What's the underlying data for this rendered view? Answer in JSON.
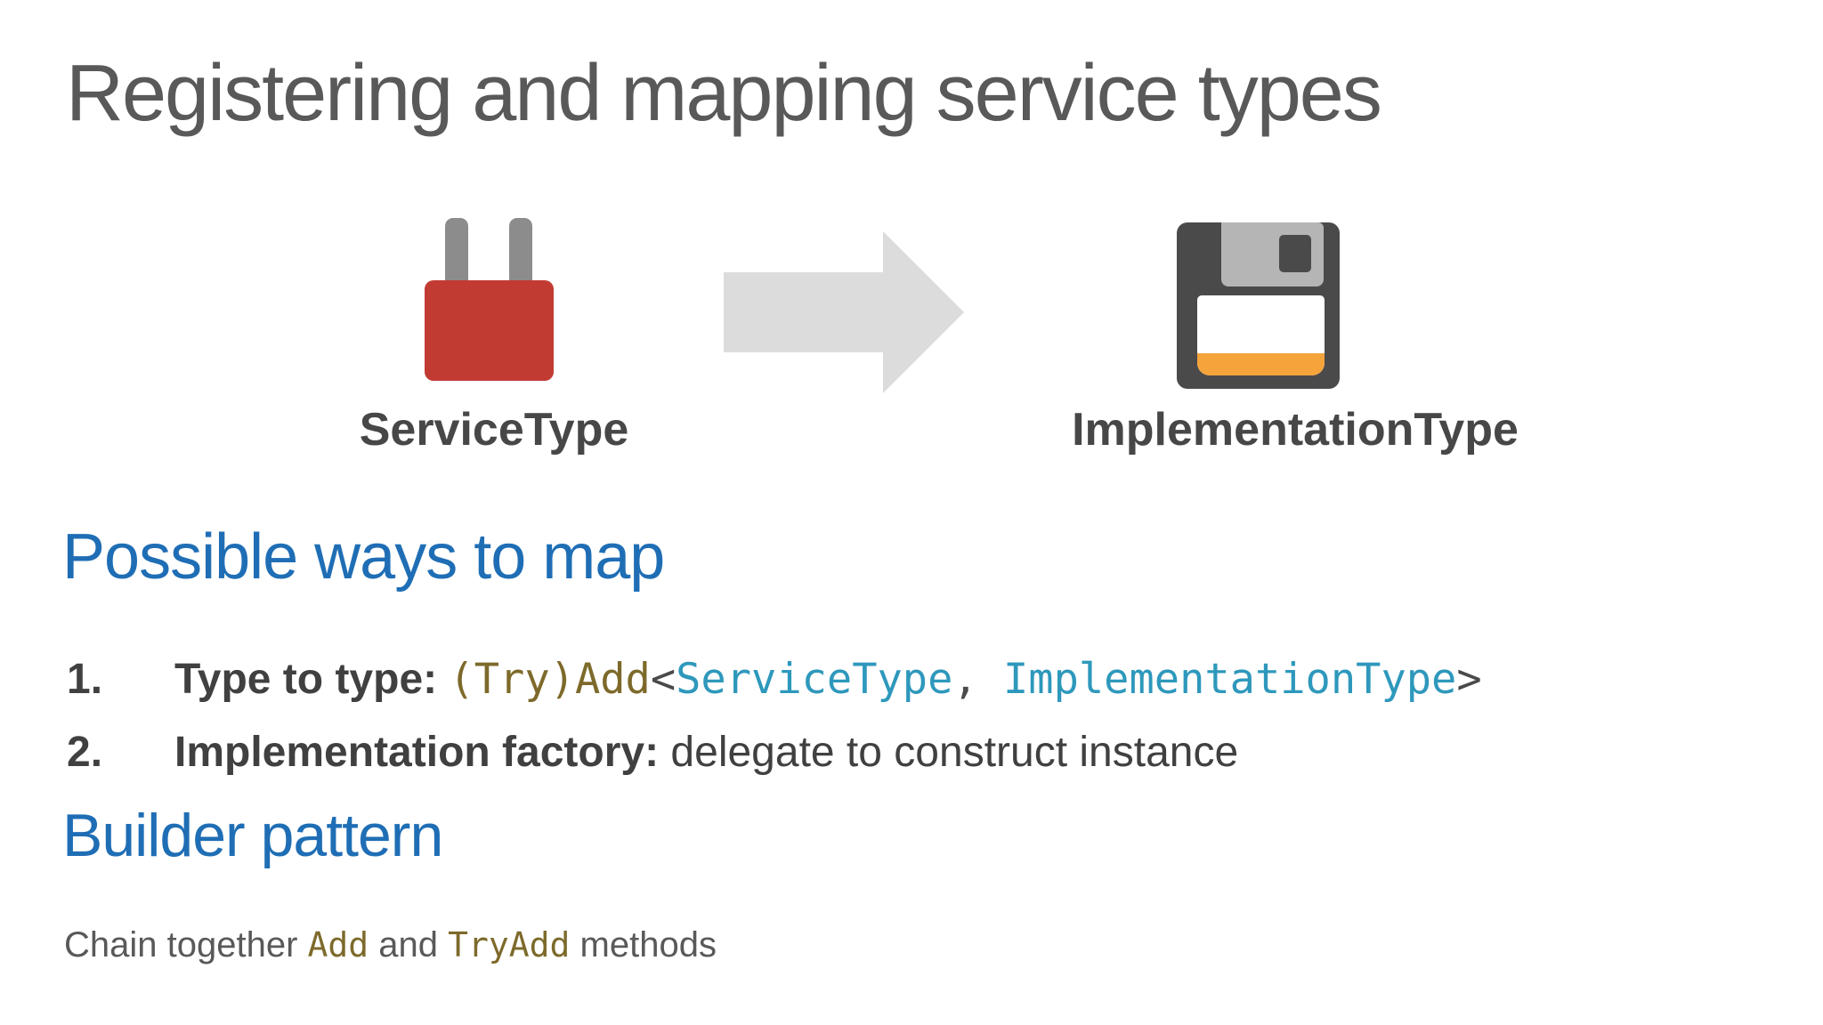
{
  "slide": {
    "title": "Registering and mapping service types",
    "diagram": {
      "service_label": "ServiceType",
      "implementation_label": "ImplementationType"
    },
    "ways": {
      "heading": "Possible ways to map",
      "item1": {
        "number": "1.",
        "label": "Type to type: ",
        "code": {
          "part1": "(Try)Add",
          "part2": "<",
          "part3": "ServiceType",
          "part4": ",",
          "part5": " ImplementationType",
          "part6": ">"
        }
      },
      "item2": {
        "number": "2.",
        "label": "Implementation factory: ",
        "text": "delegate to construct instance"
      }
    },
    "builder": {
      "heading": "Builder pattern",
      "sub": {
        "part1": "Chain together ",
        "part2": "Add",
        "part3": " and ",
        "part4": "TryAdd",
        "part5": " methods"
      }
    },
    "colors": {
      "heading_blue": "#1f6eb5",
      "title_gray": "#595959",
      "body_dark": "#404040",
      "code_olive": "#7d6a2b",
      "code_teal": "#2e98bc",
      "code_dark": "#4a4a4a",
      "plug_red": "#c23b33",
      "prong_gray": "#8c8c8c",
      "arrow_gray": "#dcdcdc",
      "floppy_dark": "#4a4a4a",
      "floppy_shutter_gray": "#b5b5b5",
      "floppy_stripe_orange": "#f5a33b"
    }
  }
}
